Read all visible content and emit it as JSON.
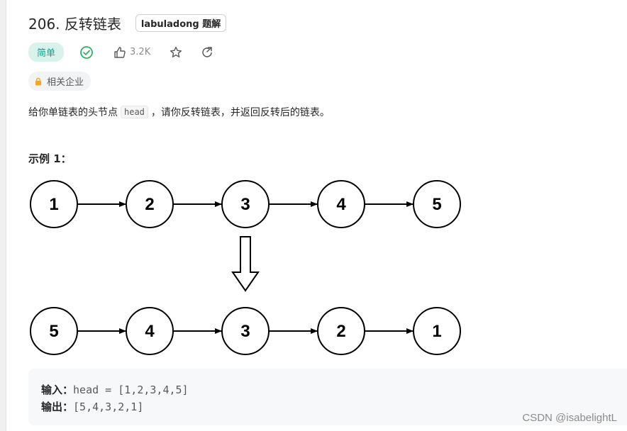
{
  "problem": {
    "title": "206. 反转链表",
    "solution_badge": "labuladong 题解",
    "difficulty": "简单",
    "likes": "3.2K",
    "company_tag": "相关企业"
  },
  "description": {
    "prefix": "给你单链表的头节点",
    "code": "head",
    "suffix": "，请你反转链表，并返回反转后的链表。"
  },
  "example": {
    "title": "示例 1：",
    "list_before": [
      "1",
      "2",
      "3",
      "4",
      "5"
    ],
    "list_after": [
      "5",
      "4",
      "3",
      "2",
      "1"
    ],
    "input_label": "输入：",
    "input_value": "head = [1,2,3,4,5]",
    "output_label": "输出：",
    "output_value": "[5,4,3,2,1]"
  },
  "watermark": "CSDN @isabelightL",
  "colors": {
    "difficulty_bg": "#d9f2ec",
    "difficulty_text": "#19a38a",
    "solved_check": "#2db55d",
    "lock": "#f5a623"
  },
  "icons": [
    "check-circle-icon",
    "thumbs-up-icon",
    "star-icon",
    "share-icon",
    "lock-icon",
    "down-arrow-icon"
  ]
}
